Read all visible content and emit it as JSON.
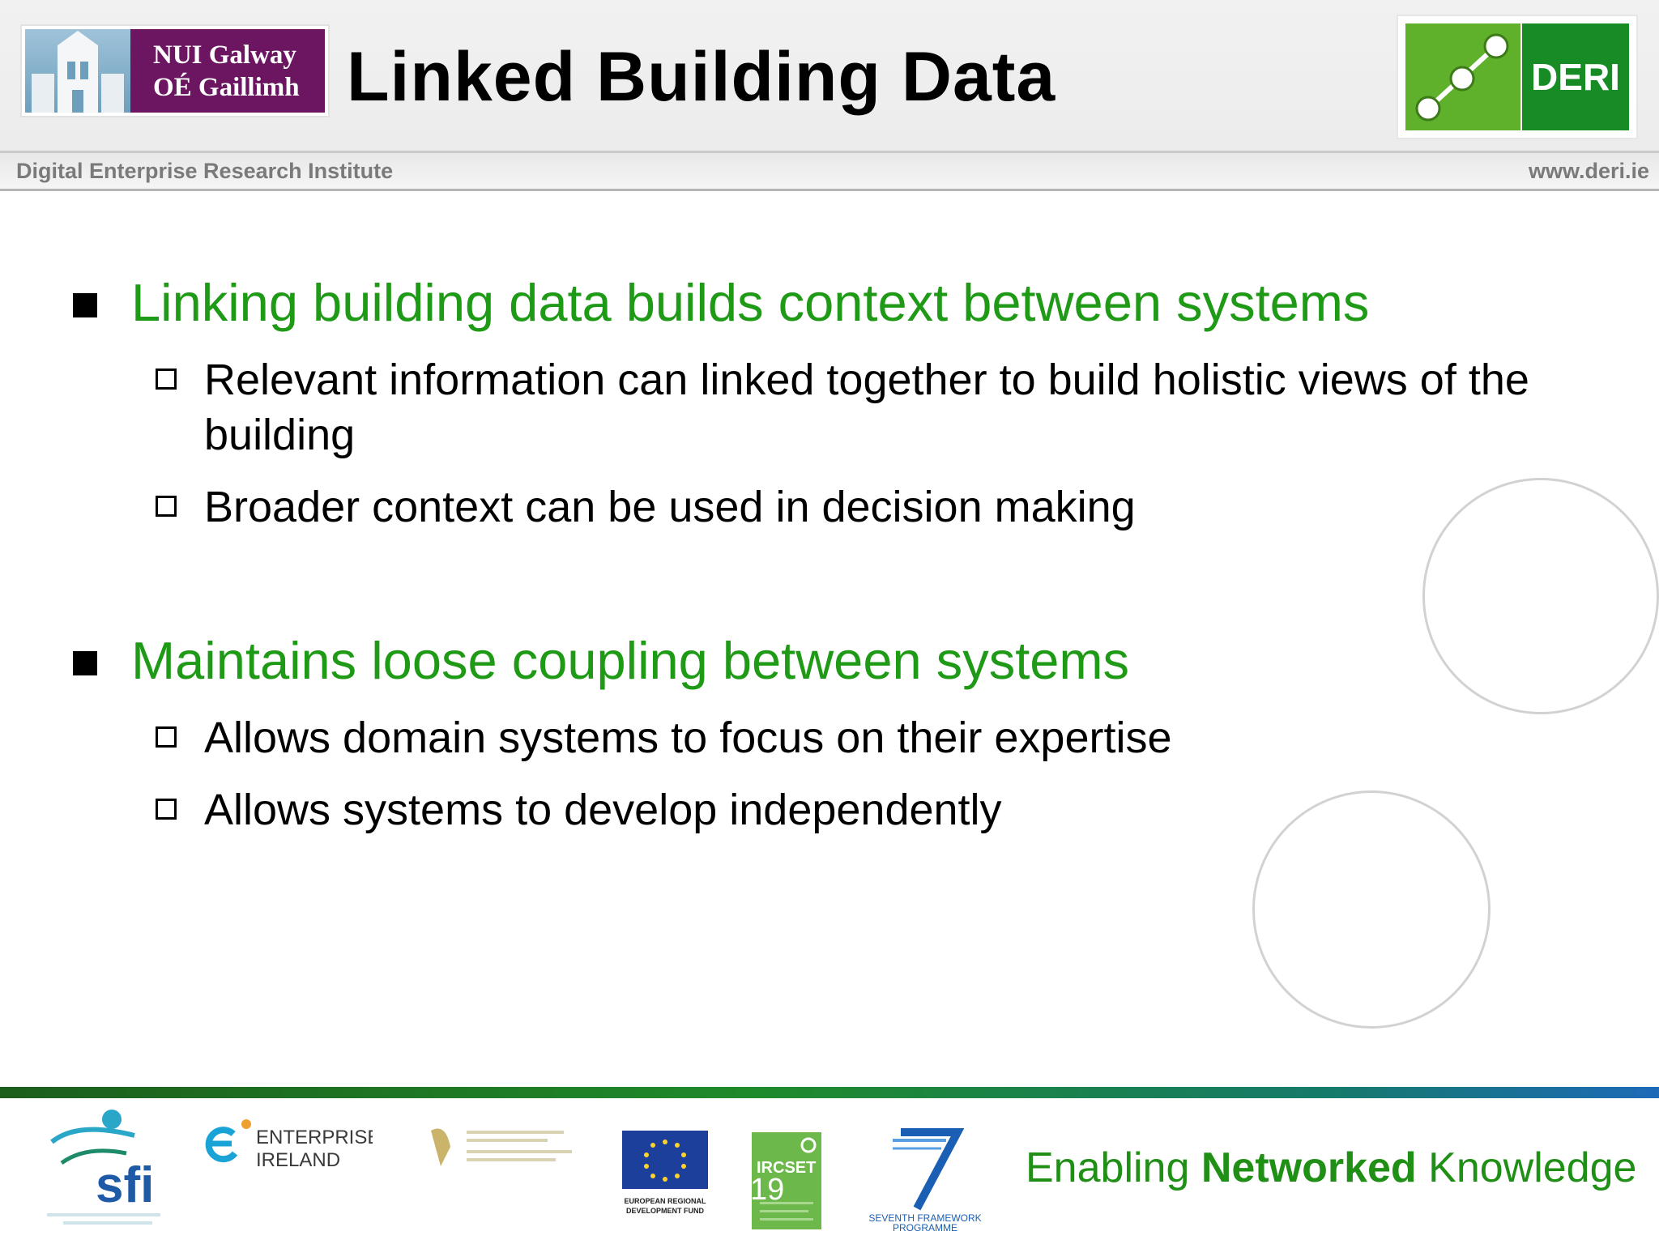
{
  "header": {
    "title": "Linked Building Data",
    "nui_logo": {
      "line1": "NUI Galway",
      "line2": "OÉ Gaillimh"
    },
    "deri_logo": {
      "text": "DERI"
    },
    "institute": "Digital Enterprise Research Institute",
    "website": "www.deri.ie"
  },
  "content": {
    "sections": [
      {
        "heading": "Linking building data builds context between systems",
        "items": [
          "Relevant information can linked together to build holistic views of the building",
          "Broader context can be used in decision making"
        ]
      },
      {
        "heading": "Maintains loose coupling between systems",
        "items": [
          "Allows domain systems to focus on their expertise",
          "Allows systems to develop independently"
        ]
      }
    ]
  },
  "footer": {
    "slogan_part1": "Enabling ",
    "slogan_bold": "Networked",
    "slogan_part2": " Knowledge",
    "logos": {
      "sfi": "sfi",
      "enterprise_ireland_line1": "ENTERPRISE",
      "enterprise_ireland_line2": "IRELAND",
      "erdf_line1": "EUROPEAN REGIONAL",
      "erdf_line2": "DEVELOPMENT FUND",
      "ircset": "IRCSET",
      "fp7_line1": "SEVENTH FRAMEWORK",
      "fp7_line2": "PROGRAMME"
    },
    "page_number": "19"
  },
  "colors": {
    "heading_green": "#1f9a16",
    "nui_purple": "#6c1561",
    "deri_light_green": "#5fb02a",
    "deri_dark_green": "#178c24"
  }
}
